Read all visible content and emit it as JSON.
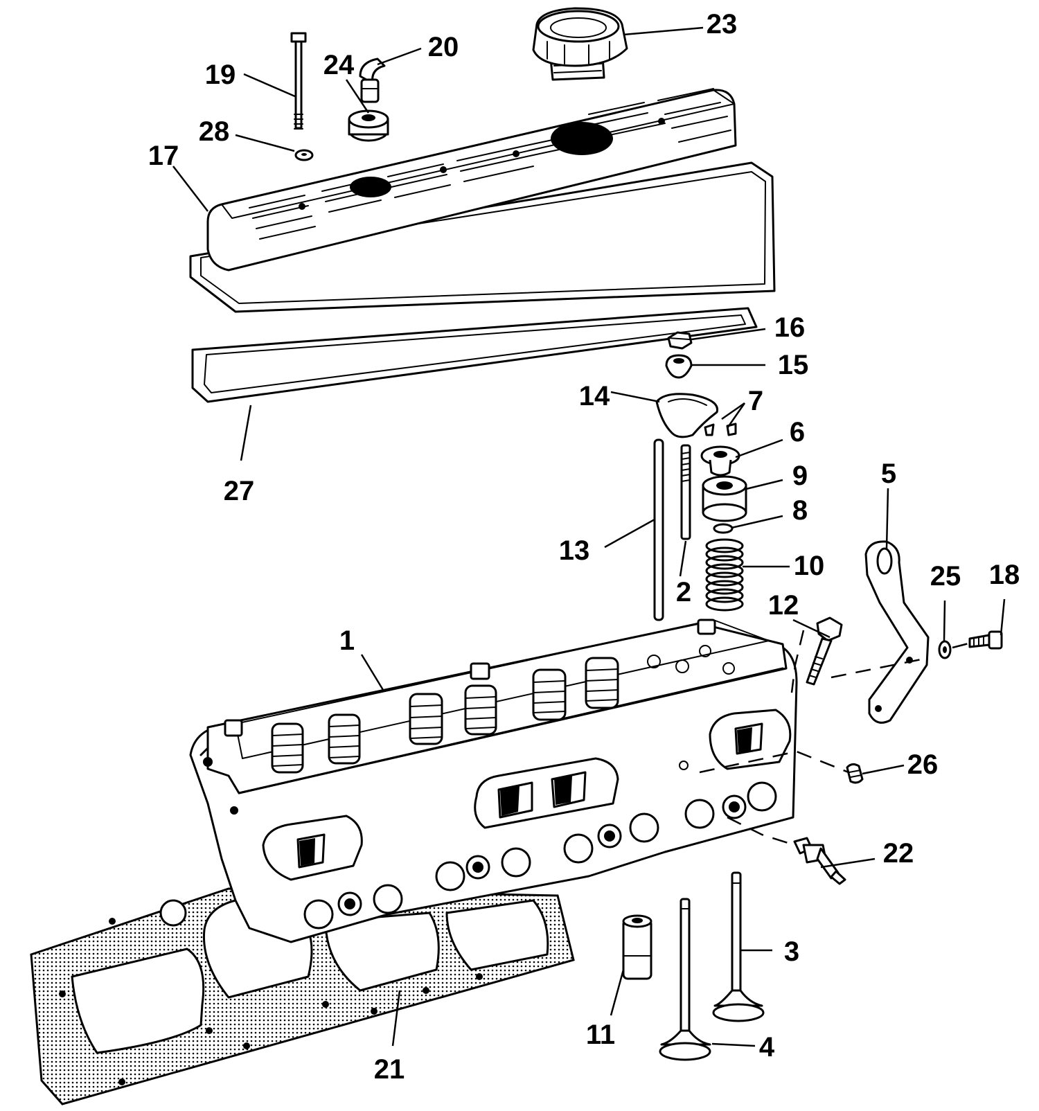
{
  "diagram": {
    "type": "exploded-parts-view",
    "background": "#ffffff",
    "ink": "#000000",
    "callouts": [
      "1",
      "2",
      "3",
      "4",
      "5",
      "6",
      "7",
      "8",
      "9",
      "10",
      "11",
      "12",
      "13",
      "14",
      "15",
      "16",
      "17",
      "18",
      "19",
      "20",
      "21",
      "22",
      "23",
      "24",
      "25",
      "26",
      "27",
      "28"
    ]
  }
}
